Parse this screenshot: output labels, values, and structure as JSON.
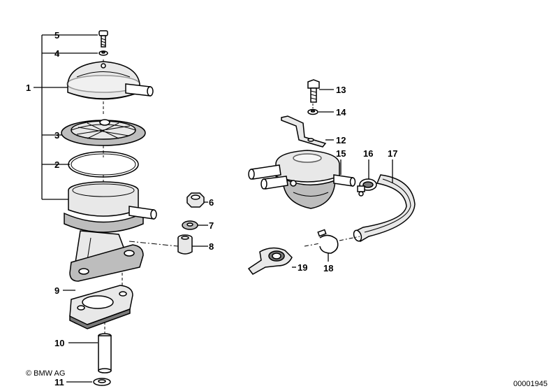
{
  "diagram": {
    "part_numbers": [
      "1",
      "2",
      "3",
      "4",
      "5",
      "6",
      "7",
      "8",
      "9",
      "10",
      "11",
      "12",
      "13",
      "14",
      "15",
      "16",
      "17",
      "18",
      "19"
    ],
    "copyright": "© BMW AG",
    "drawing_id": "00001945"
  }
}
